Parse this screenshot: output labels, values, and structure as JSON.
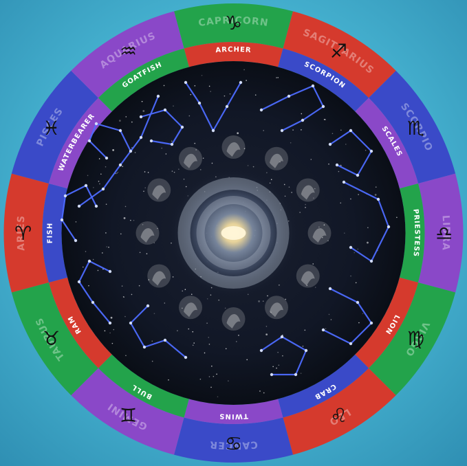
{
  "wheel": {
    "outer_labels": [
      "CAPRICORN",
      "SAGITTARIUS",
      "SCORPIO",
      "LIBRA",
      "VIRGO",
      "LEO",
      "CANCER",
      "GEMINI",
      "TAURUS",
      "ARIES",
      "PISCES",
      "AQUARIUS"
    ],
    "inner_labels": [
      "ARCHER",
      "SCORPION",
      "SCALES",
      "PRIESTESS",
      "LION",
      "CRAB",
      "TWINS",
      "BULL",
      "RAM",
      "FISH",
      "WATERBEARER",
      "GOATFISH"
    ],
    "glyphs": [
      "♑",
      "♐",
      "♏",
      "♎",
      "♍",
      "♌",
      "♋",
      "♊",
      "♉",
      "♈",
      "♓",
      "♒"
    ],
    "colors": {
      "red": "#d53a2d",
      "green": "#23a34b",
      "blue": "#3a4ac8",
      "purple": "#8a48c8",
      "sky": "#111726",
      "constellation": "#4d6cff"
    }
  }
}
